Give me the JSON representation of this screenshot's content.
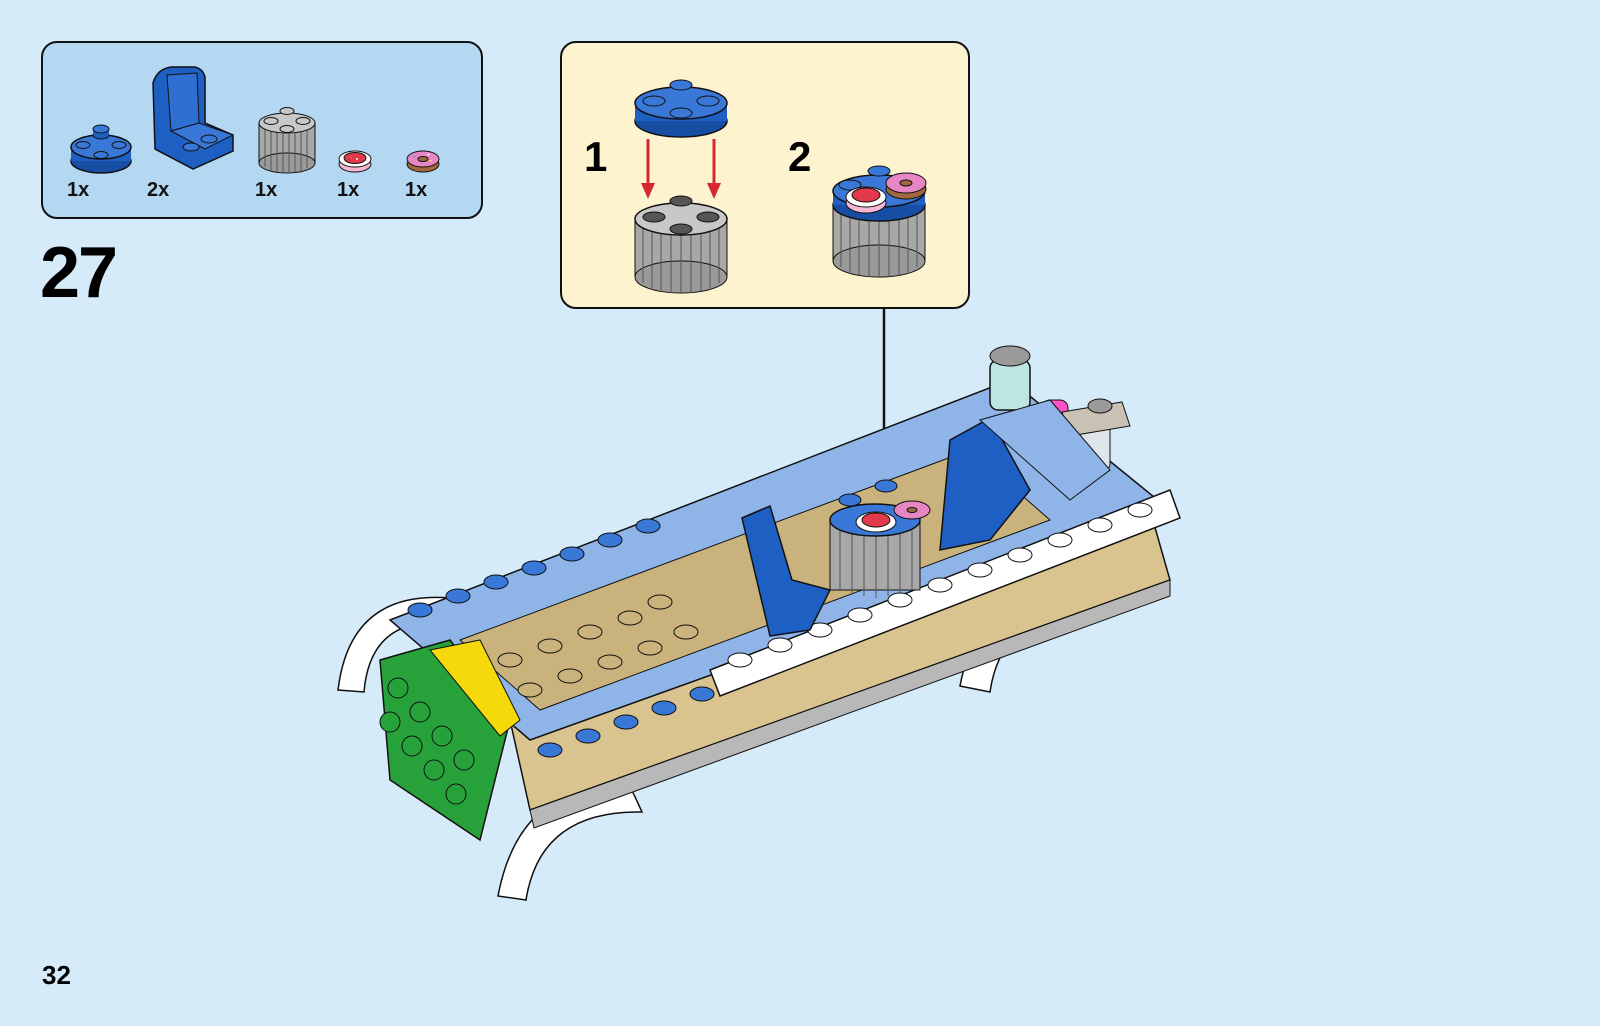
{
  "step": {
    "number": "27"
  },
  "parts_list": {
    "items": [
      {
        "qty": "1x",
        "icon": "blue-round-plate-icon",
        "color": "#1e5fc4"
      },
      {
        "qty": "2x",
        "icon": "blue-seat-icon",
        "color": "#1e5fc4"
      },
      {
        "qty": "1x",
        "icon": "grey-round-brick-icon",
        "color": "#a8a8a8"
      },
      {
        "qty": "1x",
        "icon": "strawberry-cake-tile-icon",
        "color": "#f07fb8"
      },
      {
        "qty": "1x",
        "icon": "donut-tile-icon",
        "color": "#b07050"
      }
    ]
  },
  "sub_assembly": {
    "steps": [
      {
        "label": "1"
      },
      {
        "label": "2"
      }
    ]
  },
  "colors": {
    "page_bg": "#d6ebfa",
    "parts_bg": "#b4d8f2",
    "sub_bg": "#fdf3cf",
    "arrow_red": "#d6282e",
    "brick_blue": "#1e5fc4",
    "brick_light_blue": "#8fb4e8",
    "brick_tan": "#d9c38f",
    "brick_white": "#ffffff",
    "brick_green": "#27a23a",
    "brick_yellow": "#f5d90a"
  },
  "page": {
    "number": "32"
  }
}
